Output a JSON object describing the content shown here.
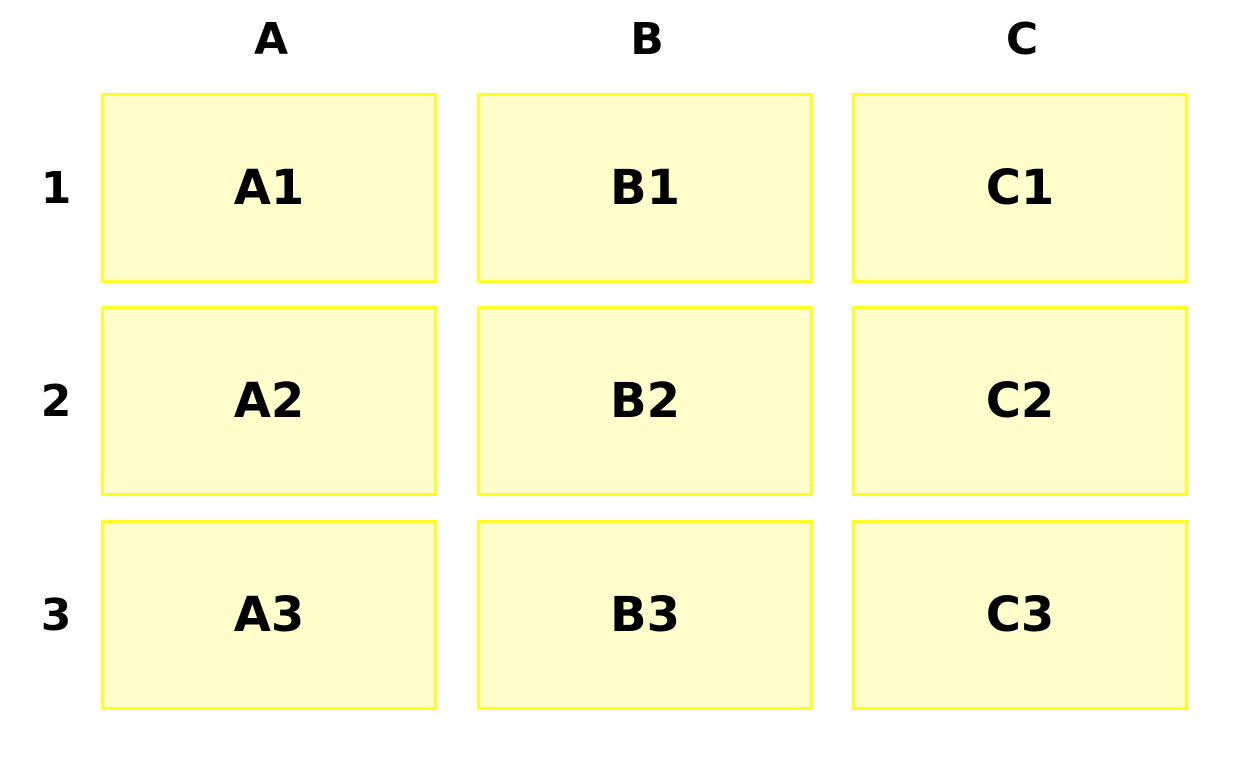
{
  "grid": {
    "columns": [
      "A",
      "B",
      "C"
    ],
    "rows": [
      "1",
      "2",
      "3"
    ],
    "cells": [
      [
        "A1",
        "B1",
        "C1"
      ],
      [
        "A2",
        "B2",
        "C2"
      ],
      [
        "A3",
        "B3",
        "C3"
      ]
    ]
  },
  "colors": {
    "cell_fill": "#ffffcc",
    "cell_border": "#ffff22",
    "text": "#000000",
    "background": "#ffffff"
  }
}
